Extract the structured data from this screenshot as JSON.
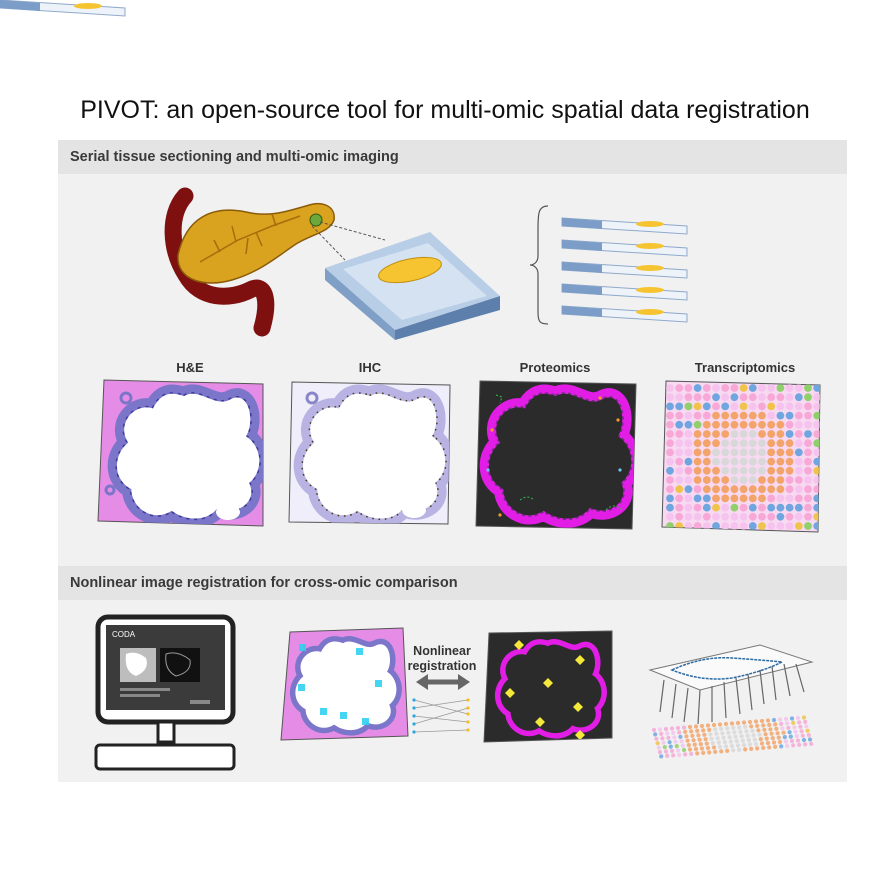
{
  "title": "PIVOT: an open-source tool for multi-omic spatial data registration",
  "section1": {
    "heading": "Serial tissue sectioning and multi-omic imaging",
    "panels": [
      "H&E",
      "IHC",
      "Proteomics",
      "Transcriptomics"
    ]
  },
  "section2": {
    "heading": "Nonlinear image registration for cross-omic comparison",
    "registration_label_line1": "Nonlinear",
    "registration_label_line2": "registration",
    "app_name": "CODA",
    "app_subtitle": "tool"
  },
  "colors": {
    "he": "#e58de6",
    "ihc": "#efeefa",
    "proteomics": "#2b2b2b",
    "magenta": "#e21ee6",
    "purple": "#7b76c9",
    "slide_blue": "#8fb1d8",
    "tissue_yellow": "#f5c430",
    "pancreas": "#d9a21f",
    "vessel": "#7e1010"
  }
}
